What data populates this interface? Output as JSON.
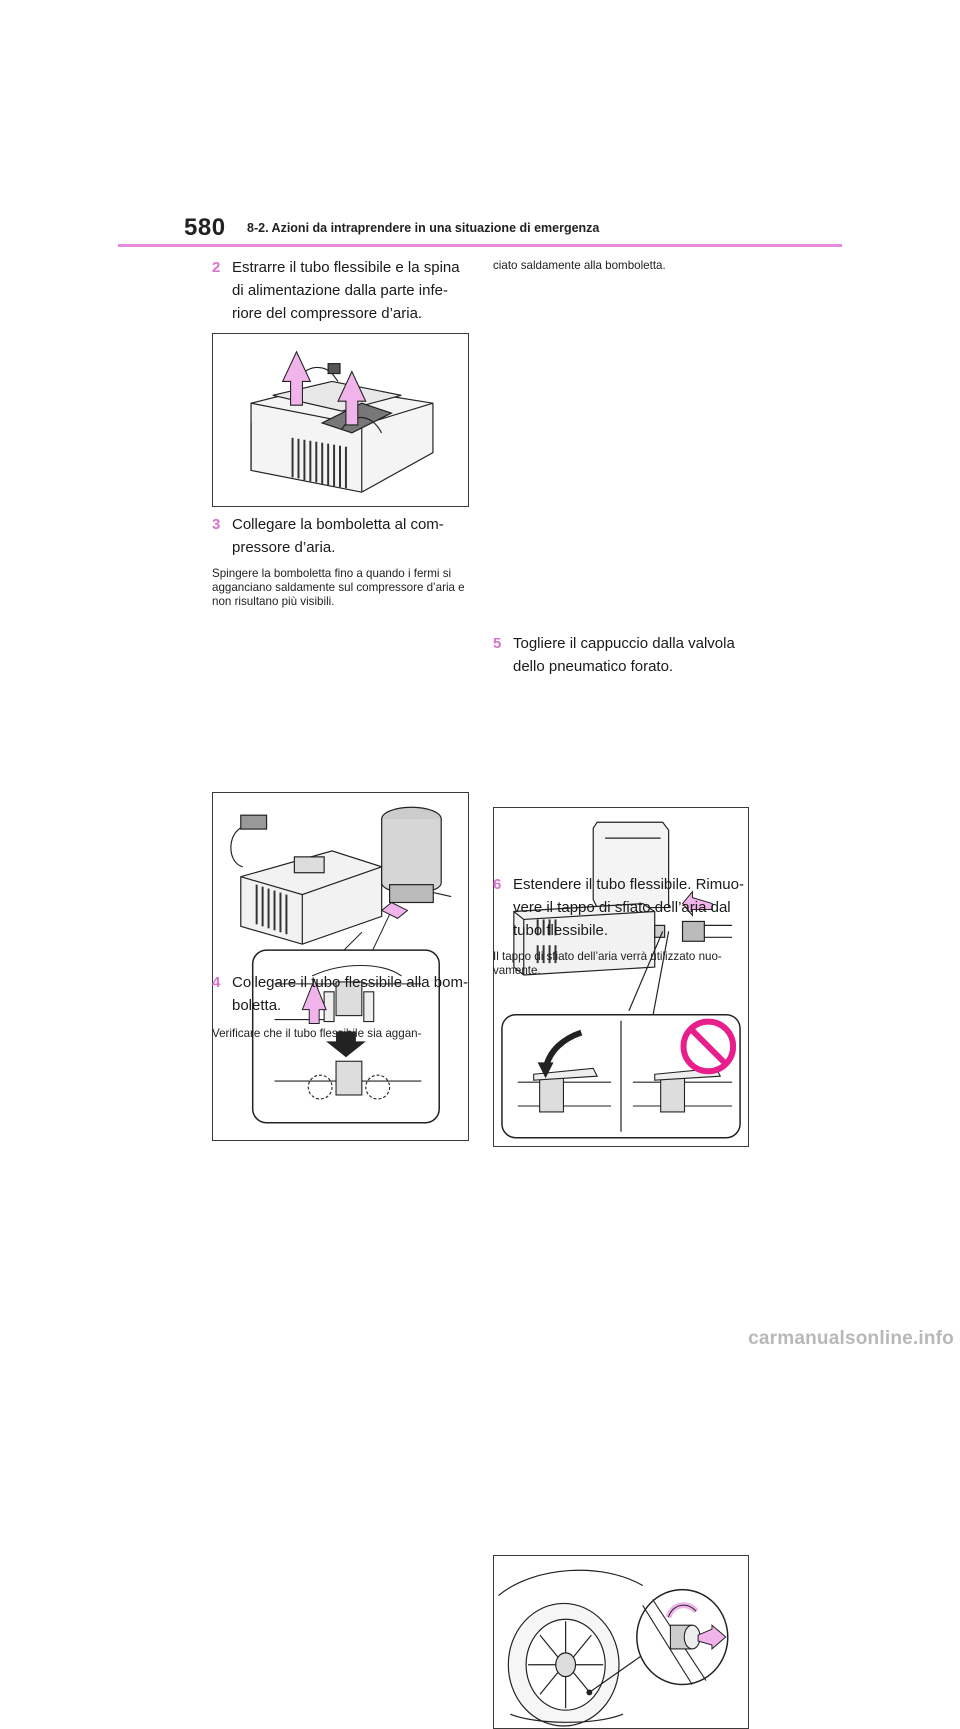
{
  "header": {
    "page_number": "580",
    "section": "8-2. Azioni da intraprendere in una situazione di emergenza",
    "accent_color": "#e58bd9"
  },
  "steps": [
    {
      "num": "2",
      "text": "Estrarre il tubo flessibile e la spina di alimentazione dalla parte infe- riore del compressore d’aria."
    },
    {
      "num": "3",
      "text": "Collegare la bomboletta al com- pressore d’aria.",
      "note": "Spingere la bomboletta fino a quando i fermi si agganciano saldamente sul compressore d’aria e non risultano più visibili."
    },
    {
      "num": "4",
      "text": "Collegare il tubo flessibile alla bom- boletta.",
      "note": "Verificare che il tubo flessibile sia aggan-"
    },
    {
      "num": "5",
      "text": "Togliere il cappuccio dalla valvola dello pneumatico forato."
    },
    {
      "num": "6",
      "text": "Estendere il tubo flessibile. Rimuo- vere il tappo di sfiato dell’aria dal tubo flessibile.",
      "note": "Il tappo di sfiato dell’aria verrà utilizzato nuo- vamente."
    }
  ],
  "continued_note": "ciato saldamente alla bomboletta.",
  "watermark": "carmanualsonline.info"
}
